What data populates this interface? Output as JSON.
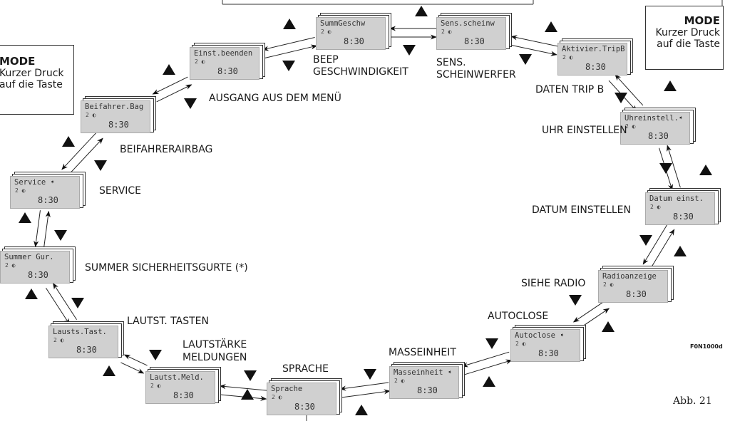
{
  "mode_left": {
    "title": "MODE",
    "line1": "Kurzer Druck",
    "line2": "auf die Taste"
  },
  "mode_right": {
    "title": "MODE",
    "line1": "Kurzer Druck",
    "line2": "auf die Taste"
  },
  "displays": [
    {
      "text": "SummGeschw",
      "status": "2 ◐",
      "time": "8:30"
    },
    {
      "text": "Sens.scheinw",
      "status": "2 ◐",
      "time": "8:30"
    },
    {
      "text": "Aktivier.TripB",
      "status": "2 ◐",
      "time": "8:30"
    },
    {
      "text": "Uhreinstell.➧",
      "status": "2 ◐",
      "time": "8:30"
    },
    {
      "text": "Datum einst.",
      "status": "2 ◐",
      "time": "8:30"
    },
    {
      "text": "Radioanzeige",
      "status": "2 ◐",
      "time": "8:30"
    },
    {
      "text": "Autoclose ➧",
      "status": "2 ◐",
      "time": "8:30"
    },
    {
      "text": "Masseinheit ➧",
      "status": "2 ◐",
      "time": "8:30"
    },
    {
      "text": "Sprache",
      "status": "2 ◐",
      "time": "8:30"
    },
    {
      "text": "Lautst.Meld.",
      "status": "2 ◐",
      "time": "8:30"
    },
    {
      "text": "Lausts.Tast.",
      "status": "2 ◐",
      "time": "8:30"
    },
    {
      "text": "Summer Gur.",
      "status": "2 ◐",
      "time": "8:30"
    },
    {
      "text": "Service ➧",
      "status": "2 ◐",
      "time": "8:30"
    },
    {
      "text": "Beifahrer.Bag",
      "status": "2 ◐",
      "time": "8:30"
    },
    {
      "text": "Einst.beenden",
      "status": "2 ◐",
      "time": "8:30"
    }
  ],
  "labels": {
    "beep": "BEEP",
    "geschw": "GESCHWINDIGKEIT",
    "sens": "SENS.",
    "scheinwerfer": "SCHEINWERFER",
    "trip": "DATEN TRIP B",
    "uhr": "UHR EINSTELLEN",
    "datum": "DATUM EINSTELLEN",
    "radio": "SIEHE RADIO",
    "autoclose": "AUTOCLOSE",
    "masse": "MASSEINHEIT",
    "sprache": "SPRACHE",
    "lautst1": "LAUTSTÄRKE",
    "lautst2": "MELDUNGEN",
    "tasten": "LAUTST. TASTEN",
    "summer": "SUMMER SICHERHEITSGURTE (*)",
    "service": "SERVICE",
    "airbag": "BEIFAHRERAIRBAG",
    "ausgang": "AUSGANG AUS DEM MENÜ"
  },
  "figure_code": "F0N1000d",
  "figure_label": "Abb. 21"
}
